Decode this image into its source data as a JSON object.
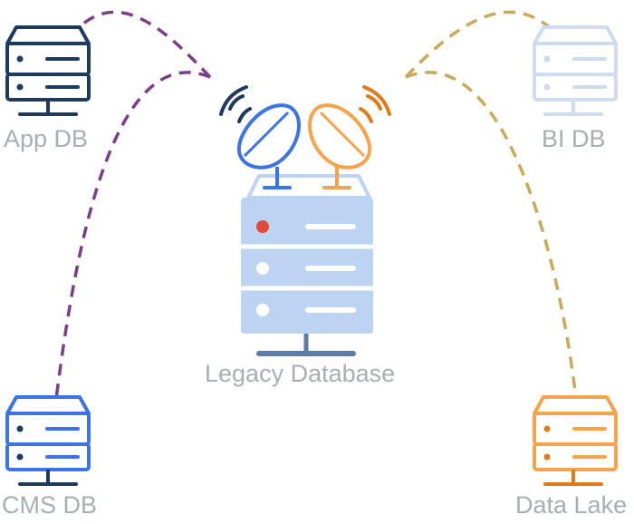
{
  "nodes": {
    "app_db": {
      "label": "App DB",
      "color": "#1f3a5f"
    },
    "bi_db": {
      "label": "BI DB",
      "color": "#cfdcef"
    },
    "cms_db": {
      "label": "CMS DB",
      "color": "#3d73e6"
    },
    "data_lake": {
      "label": "Data Lake",
      "color": "#f4a44c"
    },
    "legacy_db": {
      "label": "Legacy Database",
      "color": "#bcd3f2"
    }
  },
  "colors": {
    "link_left": "#7b3f8a",
    "link_right": "#c9aa5a",
    "dish_left": "#3d73e6",
    "dish_right": "#f4a44c",
    "signal_left": "#1f3a5f",
    "signal_right": "#e07b1a",
    "status_dot": "#e04a3a",
    "label_text": "#a9aeb3"
  }
}
